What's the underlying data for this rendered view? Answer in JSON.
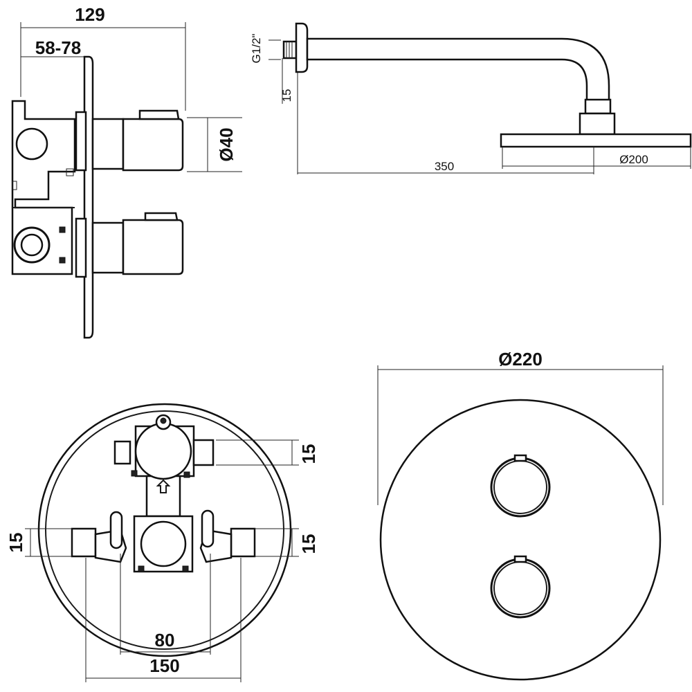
{
  "dimensions": {
    "side_total_depth": "129",
    "side_wall_depth_range": "58-78",
    "handle_diameter": "Ø40",
    "arm_thread": "G1/2\"",
    "arm_flange_offset": "15",
    "arm_length": "350",
    "shower_head_diameter": "Ø200",
    "plate_diameter": "Ø220",
    "valve_top_outlet_offset": "15",
    "valve_left_inlet_offset": "15",
    "valve_right_inlet_offset": "15",
    "valve_handle_spacing": "80",
    "valve_inlet_spacing": "150"
  }
}
